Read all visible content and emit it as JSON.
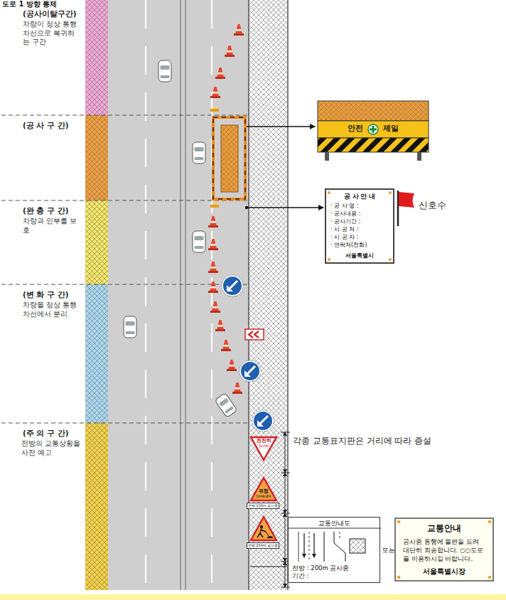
{
  "diagram": {
    "title": "도로 1 방향 통제",
    "nodes": [
      {
        "text": [
          "안전",
          "제일"
        ]
      },
      {
        "text": [
          "공 사 안 내",
          "· 공 사 명 :",
          "· 공사내용 :",
          "· 공사기간 :",
          "· 시 공 처 :",
          "· 시 공 자 :",
          "· 연락처(전화)",
          "서울특별시"
        ]
      },
      {
        "text": [
          "천천히",
          "SLOW"
        ]
      },
      {
        "text": [
          "위험",
          "DANGER"
        ]
      },
      {
        "text": [
          "교통안내도",
          "전방 : 200m 공사중",
          "기간 :"
        ]
      },
      {
        "text": [
          "교통안내",
          "공사중 통행에 불편을 드려 대단히 죄송합니다. ○○도로를 이용하시길 바랍니다.",
          "서울특별시장"
        ]
      }
    ],
    "labels": [
      "(공사이탈구간)",
      "차량이 정상 통행차선으로 복귀하는 구간",
      "(공 사 구 간)",
      "(완 충 구 간)",
      "차량과 인부를 보호",
      "신호수",
      "(변 화 구 간)",
      "차량을 정상 통행 차선에서 분리",
      "(주 의 구 간)",
      "전방의 교통상황을 사전 예고",
      "각종 교통표지판은 거리에 따라 증설",
      "전방 100m 공사중",
      "전방 200m 공사중",
      "또는"
    ]
  }
}
